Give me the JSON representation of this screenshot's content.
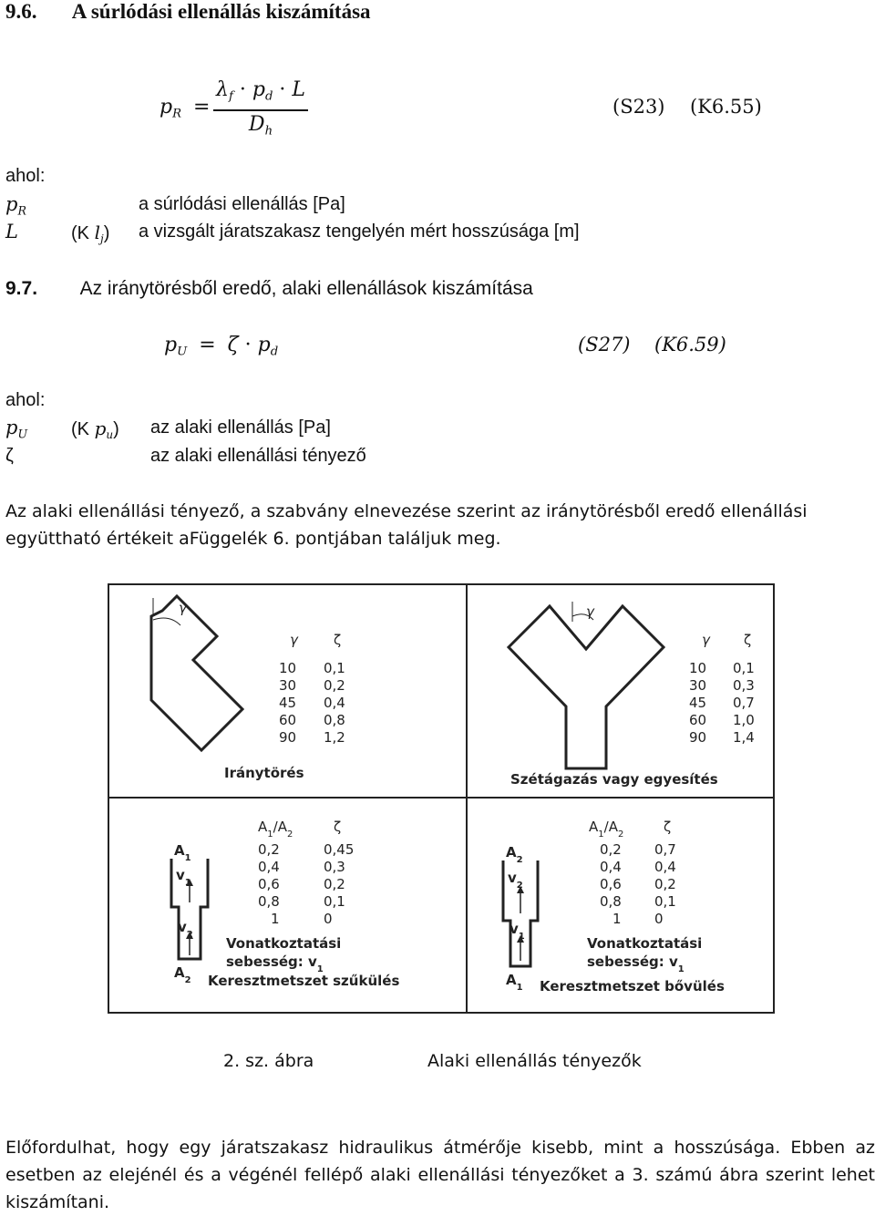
{
  "section1": {
    "number": "9.6.",
    "title": "A súrlódási ellenállás kiszámítása",
    "eq_lhs": "p",
    "eq_lhs_sub": "R",
    "eq_num_lambda": "λ",
    "eq_num_lambda_sub": "f",
    "eq_num_p": "p",
    "eq_num_p_sub": "d",
    "eq_num_L": "L",
    "eq_den": "D",
    "eq_den_sub": "h",
    "ref1": "(S23)",
    "ref2": "(K6.55)",
    "where": "ahol:",
    "defs": [
      {
        "sym": "p",
        "sym_sub": "R",
        "alt": "",
        "text": "a súrlódási ellenállás [Pa]"
      },
      {
        "sym": "L",
        "sym_sub": "",
        "alt_pre": "(K ",
        "alt_sym": "l",
        "alt_sub": "j",
        "alt_post": ")",
        "text": "a vizsgált járatszakasz tengelyén mért hosszúsága [m]"
      }
    ]
  },
  "section2": {
    "number": "9.7.",
    "title": "Az iránytörésből eredő, alaki ellenállások kiszámítása",
    "eq_lhs": "p",
    "eq_lhs_sub": "U",
    "eq_rhs_zeta": "ζ",
    "eq_rhs_p": "p",
    "eq_rhs_p_sub": "d",
    "ref1": "(S27)",
    "ref2": "(K6.59)",
    "where": "ahol:",
    "defs": [
      {
        "sym": "p",
        "sym_sub": "U",
        "alt_pre": "(K ",
        "alt_sym": "p",
        "alt_sub": "u",
        "alt_post": ")",
        "text": "az alaki ellenállás [Pa]"
      },
      {
        "sym": "ζ",
        "text": "az alaki ellenállási tényező"
      }
    ],
    "paragraph": "Az alaki ellenállási tényező, a szabvány elnevezése szerint az iránytörésből eredő ellenállási együttható értékeit aFüggelék 6. pontjában találjuk meg."
  },
  "figure": {
    "panels": {
      "bend": {
        "caption": "Iránytörés",
        "angle": "γ",
        "col1": "γ",
        "col2": "ζ",
        "rows": [
          [
            "10",
            "0,1"
          ],
          [
            "30",
            "0,2"
          ],
          [
            "45",
            "0,4"
          ],
          [
            "60",
            "0,8"
          ],
          [
            "90",
            "1,2"
          ]
        ]
      },
      "branch": {
        "caption": "Szétágazás vagy egyesítés",
        "angle": "γ",
        "col1": "γ",
        "col2": "ζ",
        "rows": [
          [
            "10",
            "0,1"
          ],
          [
            "30",
            "0,3"
          ],
          [
            "45",
            "0,7"
          ],
          [
            "60",
            "1,0"
          ],
          [
            "90",
            "1,4"
          ]
        ]
      },
      "contraction": {
        "caption": "Keresztmetszet szűkülés",
        "ref_line1": "Vonatkoztatási",
        "ref_line2": "sebesség: v",
        "ref_sub": "1",
        "col1": "A",
        "col1_sub1": "1",
        "col1_sub2": "2",
        "col2": "ζ",
        "rows": [
          [
            "0,2",
            "0,45"
          ],
          [
            "0,4",
            "0,3"
          ],
          [
            "0,6",
            "0,2"
          ],
          [
            "0,8",
            "0,1"
          ],
          [
            "1",
            "0"
          ]
        ],
        "top_area": "A",
        "top_area_sub": "1",
        "top_vel": "v",
        "top_vel_sub": "1",
        "bottom_vel": "v",
        "bottom_vel_sub": "2",
        "bottom_area": "A",
        "bottom_area_sub": "2"
      },
      "expansion": {
        "caption": "Keresztmetszet bővülés",
        "ref_line1": "Vonatkoztatási",
        "ref_line2": "sebesség: v",
        "ref_sub": "1",
        "col1": "A",
        "col1_sub1": "1",
        "col1_sub2": "2",
        "col2": "ζ",
        "rows": [
          [
            "0,2",
            "0,7"
          ],
          [
            "0,4",
            "0,4"
          ],
          [
            "0,6",
            "0,2"
          ],
          [
            "0,8",
            "0,1"
          ],
          [
            "1",
            "0"
          ]
        ],
        "top_area": "A",
        "top_area_sub": "2",
        "top_vel": "v",
        "top_vel_sub": "2",
        "bottom_vel": "v",
        "bottom_vel_sub": "1",
        "bottom_area": "A",
        "bottom_area_sub": "1"
      }
    },
    "caption_number": "2. sz. ábra",
    "caption_text": "Alaki ellenállás tényezők"
  },
  "closing_paragraph": "Előfordulhat, hogy egy járatszakasz hidraulikus átmérője kisebb, mint a hosszúsága. Ebben az esetben az elejénél és a végénél fellépő alaki ellenállási tényezőket a 3. számú ábra szerint lehet kiszámítani."
}
